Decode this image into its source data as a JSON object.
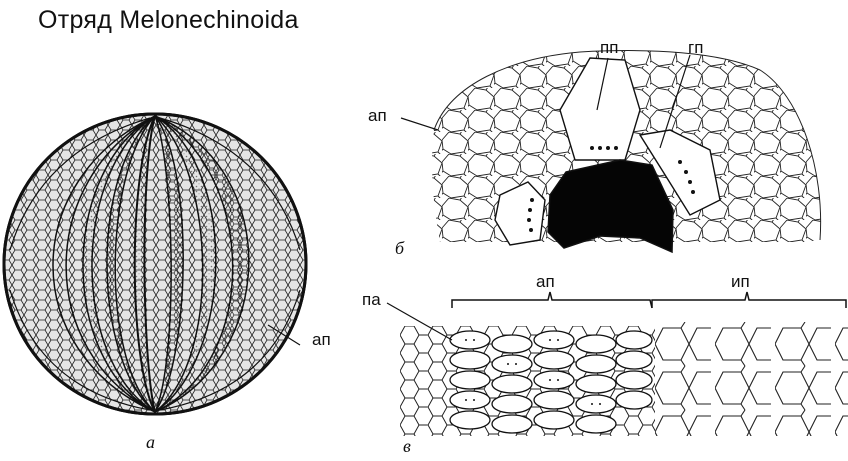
{
  "title": "Отряд  Melonechinoida",
  "panels": {
    "a": {
      "letter": "а",
      "labels": {
        "ap": "ап"
      }
    },
    "b": {
      "letter": "б",
      "labels": {
        "ap": "ап",
        "pp": "пп",
        "gp": "гп"
      }
    },
    "v": {
      "letter": "в",
      "labels": {
        "pa": "па",
        "ap": "ап",
        "ip": "ип"
      }
    }
  },
  "colors": {
    "ink": "#111111",
    "background": "#ffffff",
    "stipple": "#9a9a9a"
  }
}
